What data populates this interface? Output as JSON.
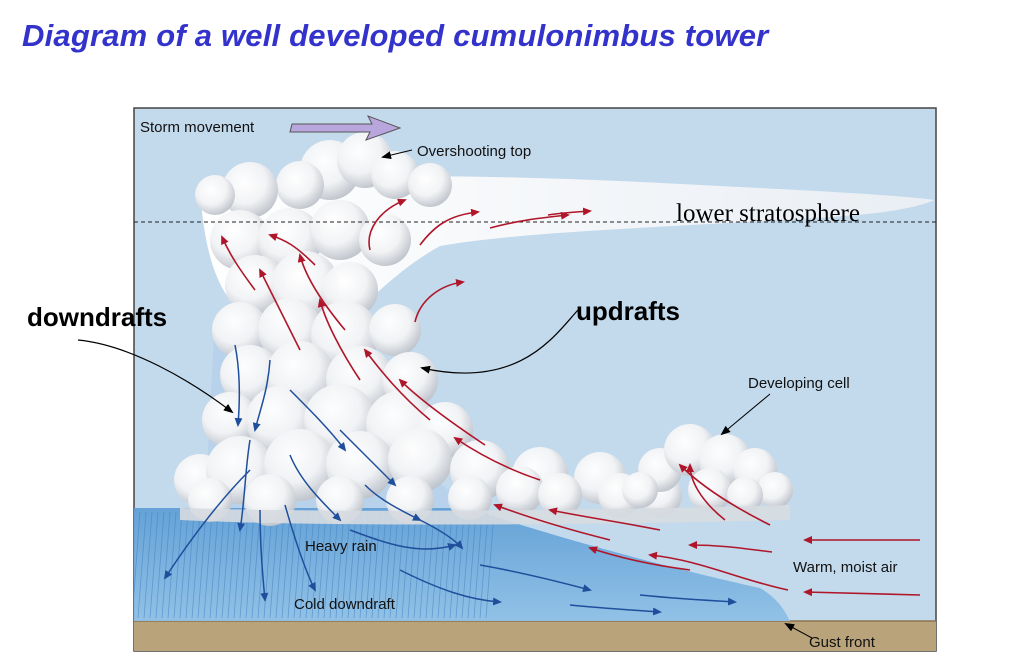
{
  "title": "Diagram of a well developed cumulonimbus tower",
  "labels": {
    "storm_movement": "Storm movement",
    "overshooting_top": "Overshooting top",
    "lower_stratosphere": "lower stratosphere",
    "downdrafts": "downdrafts",
    "updrafts": "updrafts",
    "developing_cell": "Developing cell",
    "heavy_rain": "Heavy rain",
    "warm_moist_air": "Warm, moist air",
    "cold_downdraft": "Cold downdraft",
    "gust_front": "Gust front"
  },
  "colors": {
    "title": "#3333cc",
    "sky": "#c3d9ec",
    "ground": "#b8a37a",
    "rain": "#5a9bd3",
    "updraft_arrow": "#b0162a",
    "downdraft_arrow": "#1f4f9c",
    "storm_arrow": "#b9a6dd"
  }
}
